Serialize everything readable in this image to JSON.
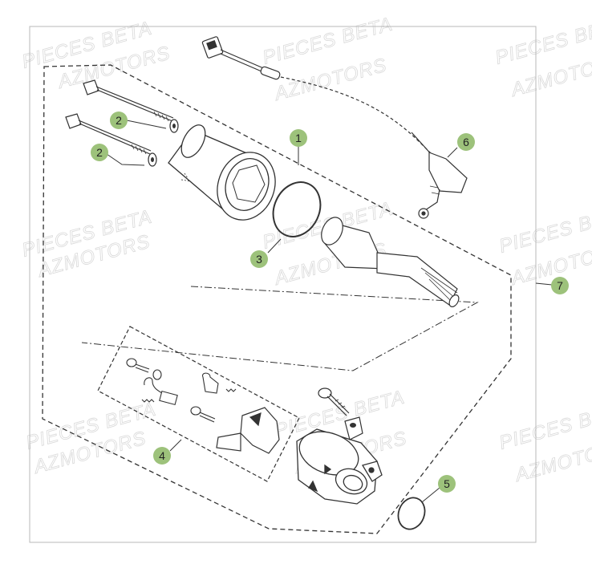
{
  "watermark": {
    "line1": "PIECES BETA",
    "line2": "AZMOTORS"
  },
  "colors": {
    "callout_fill": "#9dc27b",
    "frame": "#b8b8b8",
    "line": "#333333",
    "watermark": "#d9d9d9"
  },
  "callouts": [
    {
      "id": "c1",
      "label": "1"
    },
    {
      "id": "c2a",
      "label": "2"
    },
    {
      "id": "c2b",
      "label": "2"
    },
    {
      "id": "c3",
      "label": "3"
    },
    {
      "id": "c4",
      "label": "4"
    },
    {
      "id": "c5",
      "label": "5"
    },
    {
      "id": "c6",
      "label": "6"
    },
    {
      "id": "c7",
      "label": "7"
    }
  ]
}
